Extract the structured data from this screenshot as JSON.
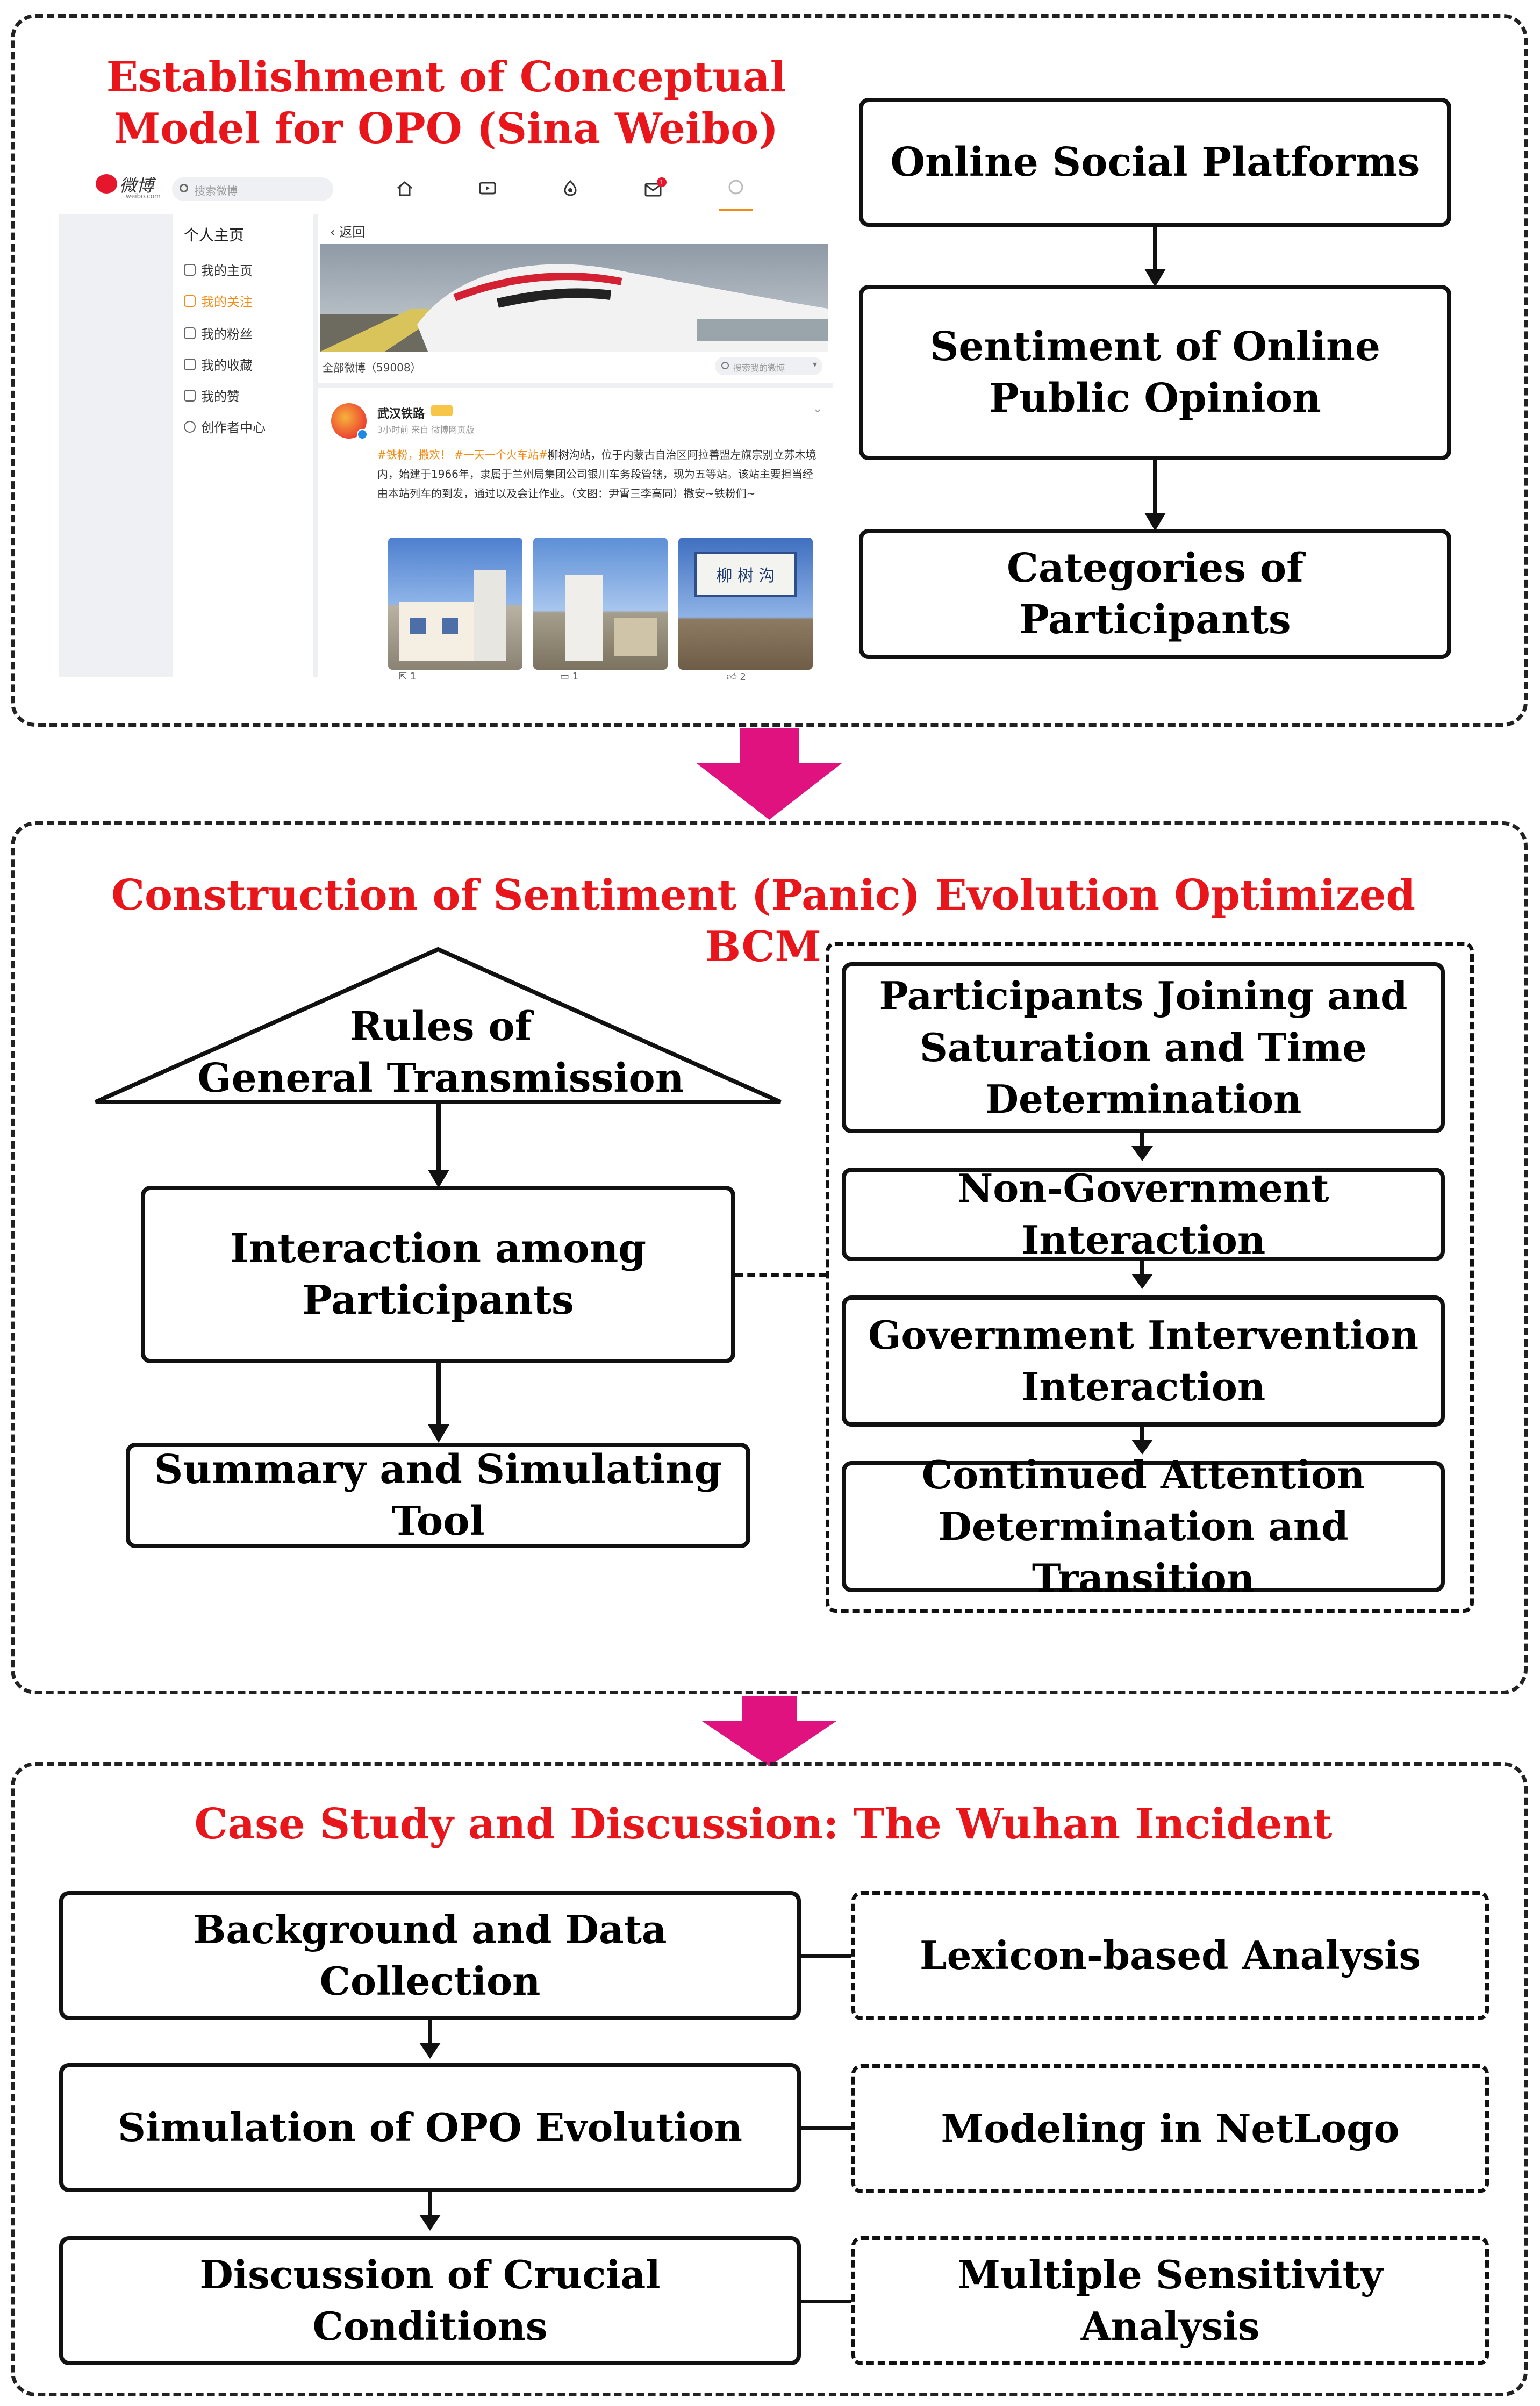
{
  "colors": {
    "title_red": "#e8161b",
    "arrow_magenta": "#e0127f",
    "weibo_orange": "#f38b15",
    "weibo_red": "#e6162d"
  },
  "section1": {
    "title": "Establishment of Conceptual\nModel for OPO (Sina Weibo)",
    "boxes": [
      "Online Social Platforms",
      "Sentiment of Online\nPublic Opinion",
      "Categories of Participants"
    ],
    "weibo": {
      "logo_text": "微博",
      "logo_sub": "weibo.com",
      "search_placeholder": "搜索微博",
      "nav_icons": [
        "home-icon",
        "video-icon",
        "discover-icon",
        "message-icon",
        "avatar-icon"
      ],
      "notification_count": "1",
      "sidebar_title": "个人主页",
      "sidebar_items": [
        "我的主页",
        "我的关注",
        "我的粉丝",
        "我的收藏",
        "我的赞",
        "创作者中心"
      ],
      "sidebar_active_index": 1,
      "back_label": "返回",
      "feed_count_label": "全部微博（59008）",
      "feed_search_placeholder": "搜索我的微博",
      "post": {
        "author": "武汉铁路",
        "meta": "3小时前 来自 微博网页版",
        "text_highlight": "#铁粉，撒欢！ #一天一个火车站#",
        "text": "柳树沟站，位于内蒙古自治区阿拉善盟左旗宗别立苏木境内，始建于1966年，隶属于兰州局集团公司银川车务段管辖，现为五等站。该站主要担当经由本站列车的到发，通过以及会让作业。（文图：尹霄三李高同）撒安~铁粉们~",
        "sign_text": "柳 树 沟",
        "repost_count": "1",
        "comment_count": "1",
        "like_count": "2"
      }
    }
  },
  "section2": {
    "title": "Construction of Sentiment (Panic) Evolution Optimized BCM",
    "triangle_label": "Rules of\nGeneral Transmission",
    "left_boxes": [
      "Interaction among\nParticipants",
      "Summary and Simulating Tool"
    ],
    "right_boxes": [
      "Participants Joining and\nSaturation and Time\nDetermination",
      "Non-Government Interaction",
      "Government Intervention\nInteraction",
      "Continued Attention\nDetermination and Transition"
    ]
  },
  "section3": {
    "title": "Case Study and Discussion: The Wuhan Incident",
    "left_boxes": [
      "Background and Data Collection",
      "Simulation of OPO Evolution",
      "Discussion of Crucial Conditions"
    ],
    "right_boxes": [
      "Lexicon-based Analysis",
      "Modeling in NetLogo",
      "Multiple Sensitivity Analysis"
    ]
  }
}
